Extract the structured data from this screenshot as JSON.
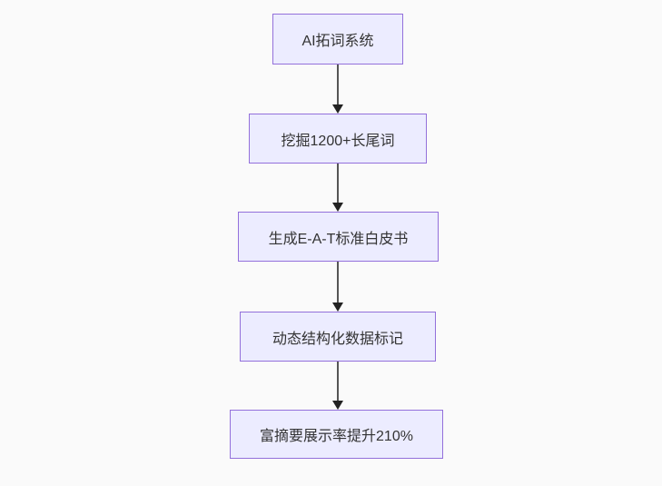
{
  "diagram": {
    "type": "flowchart",
    "direction": "top-down",
    "nodes": [
      {
        "id": "n1",
        "label": "AI拓词系统"
      },
      {
        "id": "n2",
        "label": "挖掘1200+长尾词"
      },
      {
        "id": "n3",
        "label": "生成E-A-T标准白皮书"
      },
      {
        "id": "n4",
        "label": "动态结构化数据标记"
      },
      {
        "id": "n5",
        "label": "富摘要展示率提升210%"
      }
    ],
    "edges": [
      {
        "from": "n1",
        "to": "n2",
        "arrow": "down"
      },
      {
        "from": "n2",
        "to": "n3",
        "arrow": "down"
      },
      {
        "from": "n3",
        "to": "n4",
        "arrow": "down"
      },
      {
        "from": "n4",
        "to": "n5",
        "arrow": "down"
      }
    ],
    "colors": {
      "background": "#fafafa",
      "node_fill": "#ECECFF",
      "node_border": "#9370DB",
      "text": "#333333",
      "edge_line": "#555555",
      "arrowhead": "#222222"
    }
  }
}
